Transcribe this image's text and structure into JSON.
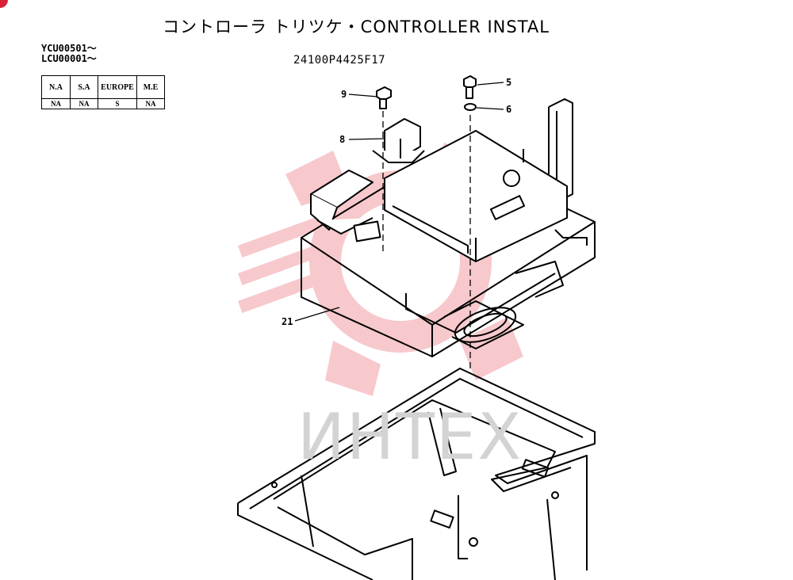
{
  "title": "コントローラ トリツケ・CONTROLLER INSTAL",
  "serials": [
    "YCU00501～",
    "LCU00001～"
  ],
  "part_number": "24100P4425F17",
  "region_table": {
    "headers": [
      "N.A",
      "S.A",
      "EUROPE",
      "M.E"
    ],
    "values": [
      "NA",
      "NA",
      "S",
      "NA"
    ]
  },
  "callouts": [
    "5",
    "6",
    "8",
    "9",
    "21"
  ],
  "watermark": "ИНТЕХ",
  "colors": {
    "watermark_logo": "#f7c9cc",
    "corner_badge": "#d9223a",
    "line": "#000000"
  }
}
